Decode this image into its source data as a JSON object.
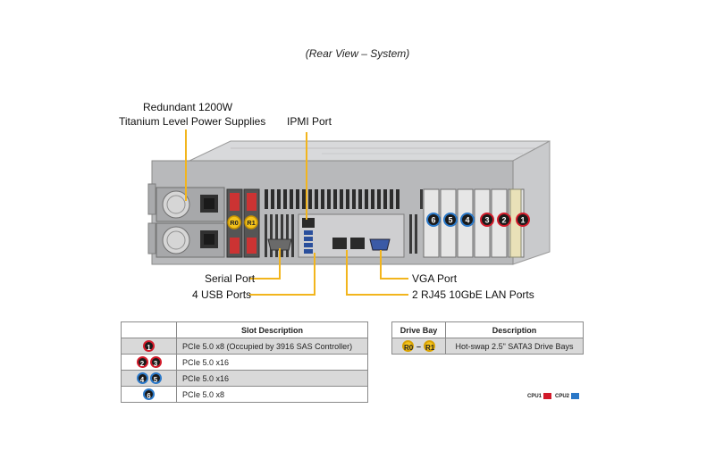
{
  "caption": "(Rear View – System)",
  "callouts": {
    "psu_line1": "Redundant  1200W",
    "psu_line2": "Titanium  Level  Power Supplies",
    "ipmi": "IPMI Port",
    "serial": "Serial Port",
    "usb": "4 USB Ports",
    "vga": "VGA Port",
    "lan": "2 RJ45  10GbE LAN Ports"
  },
  "drive_labels": {
    "r0": "R0",
    "r1": "R1"
  },
  "slot_badges": [
    "6",
    "5",
    "4",
    "3",
    "2",
    "1"
  ],
  "slot_table": {
    "headers": [
      "",
      "Slot Description"
    ],
    "rows": [
      {
        "badges": [
          "1"
        ],
        "description": "PCIe 5.0 x8 (Occupied by 3916 SAS Controller)"
      },
      {
        "badges": [
          "2",
          "3"
        ],
        "description": "PCIe 5.0 x16"
      },
      {
        "badges": [
          "4",
          "5"
        ],
        "description": "PCIe 5.0 x16"
      },
      {
        "badges": [
          "6"
        ],
        "description": "PCIe 5.0 x8"
      }
    ]
  },
  "drive_table": {
    "headers": [
      "Drive Bay",
      "Description"
    ],
    "row": {
      "from": "R0",
      "to": "R1",
      "description": "Hot-swap  2.5\"  SATA3  Drive  Bays"
    }
  },
  "legend": {
    "cpu1": "CPU1",
    "cpu2": "CPU2",
    "cpu1_color": "#d21a2a",
    "cpu2_color": "#2a78c8"
  },
  "colors": {
    "callout_line": "#f2b51d",
    "cpu1": "#d21a2a",
    "cpu2": "#2a78c8",
    "drive": "#f3c21c"
  }
}
